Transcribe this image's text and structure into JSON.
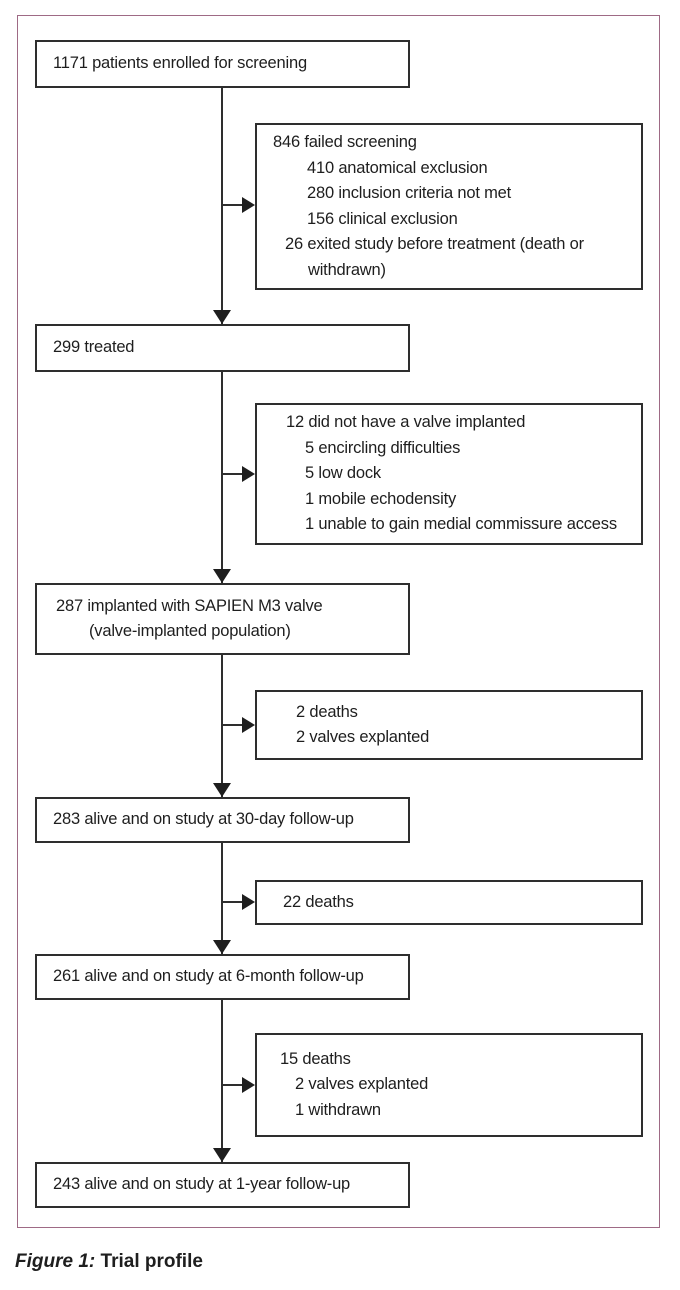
{
  "caption": {
    "label": "Figure 1:",
    "title": "Trial profile"
  },
  "colors": {
    "frame_border": "#9e6a85",
    "box_border": "#2e2e2e",
    "text": "#1e1e1e",
    "background": "#ffffff"
  },
  "flow": {
    "main_boxes": [
      {
        "id": "enrolled",
        "lines": [
          "1171 patients enrolled for screening"
        ]
      },
      {
        "id": "treated",
        "lines": [
          "299 treated"
        ]
      },
      {
        "id": "implanted",
        "lines": [
          "287 implanted with SAPIEN M3 valve",
          "(valve-implanted population)"
        ]
      },
      {
        "id": "followup-30-day",
        "lines": [
          "283 alive and on study at 30-day follow-up"
        ]
      },
      {
        "id": "followup-6-month",
        "lines": [
          "261 alive and on study at 6-month follow-up"
        ]
      },
      {
        "id": "followup-1-year",
        "lines": [
          "243 alive and on study at 1-year follow-up"
        ]
      }
    ],
    "side_boxes": [
      {
        "id": "failed-screening",
        "lines": [
          "846 failed screening",
          "410 anatomical exclusion",
          "280 inclusion criteria not met",
          "156 clinical exclusion",
          "26 exited study before treatment (death or",
          "withdrawn)"
        ]
      },
      {
        "id": "no-valve-implanted",
        "lines": [
          "12 did not have a valve implanted",
          "5 encircling difficulties",
          "5 low dock",
          "1 mobile echodensity",
          "1 unable to gain medial commissure access"
        ]
      },
      {
        "id": "deaths-explants-30-day",
        "lines": [
          "2 deaths",
          "2 valves explanted"
        ]
      },
      {
        "id": "deaths-6-month",
        "lines": [
          "22 deaths"
        ]
      },
      {
        "id": "deaths-explants-1-year",
        "lines": [
          "15 deaths",
          "2 valves explanted",
          "1 withdrawn"
        ]
      }
    ],
    "edges": [
      {
        "from": "enrolled",
        "to": "treated",
        "branch": "failed-screening"
      },
      {
        "from": "treated",
        "to": "implanted",
        "branch": "no-valve-implanted"
      },
      {
        "from": "implanted",
        "to": "followup-30-day",
        "branch": "deaths-explants-30-day"
      },
      {
        "from": "followup-30-day",
        "to": "followup-6-month",
        "branch": "deaths-6-month"
      },
      {
        "from": "followup-6-month",
        "to": "followup-1-year",
        "branch": "deaths-explants-1-year"
      }
    ]
  }
}
